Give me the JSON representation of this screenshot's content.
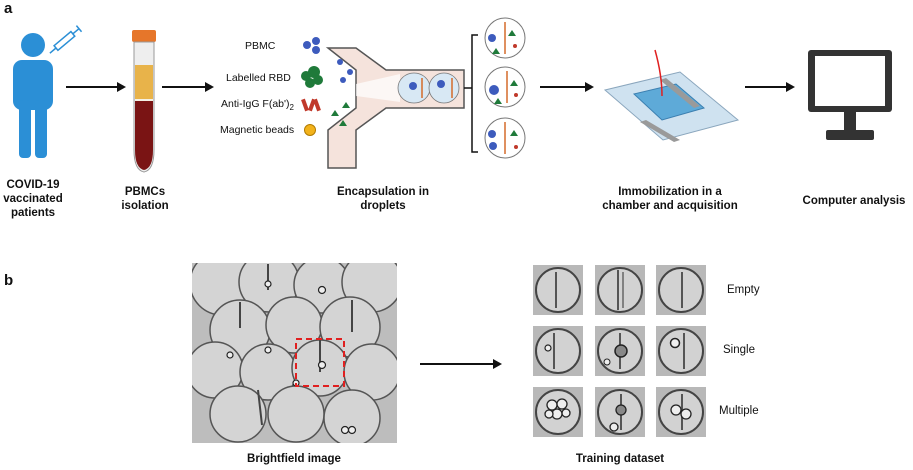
{
  "panel_a": {
    "letter": "a",
    "steps": [
      {
        "caption": "COVID-19\nvaccinated\npatients"
      },
      {
        "caption": "PBMCs\nisolation"
      },
      {
        "caption": "Encapsulation in\ndroplets"
      },
      {
        "caption": "Immobilization in a\nchamber and acquisition"
      },
      {
        "caption": "Computer analysis"
      }
    ],
    "reagents": {
      "pbmc": "PBMC",
      "rbd": "Labelled RBD",
      "antiigg": "Anti-IgG F(ab')",
      "antiigg_sub": "2",
      "beads": "Magnetic beads"
    }
  },
  "panel_b": {
    "letter": "b",
    "left_caption": "Brightfield image",
    "right_caption": "Training dataset",
    "classes": [
      "Empty",
      "Single",
      "Multiple"
    ]
  },
  "colors": {
    "person": "#2b8fd6",
    "arrow": "#111111",
    "chip": "#f5e3dc",
    "droplet": "#d8e8f4",
    "rbd": "#1f7a3a",
    "antibody": "#c0392b",
    "bead": "#f2b21b",
    "pbmc": "#3d5bbd",
    "monitor": "#333333",
    "roi": "#e02020"
  }
}
